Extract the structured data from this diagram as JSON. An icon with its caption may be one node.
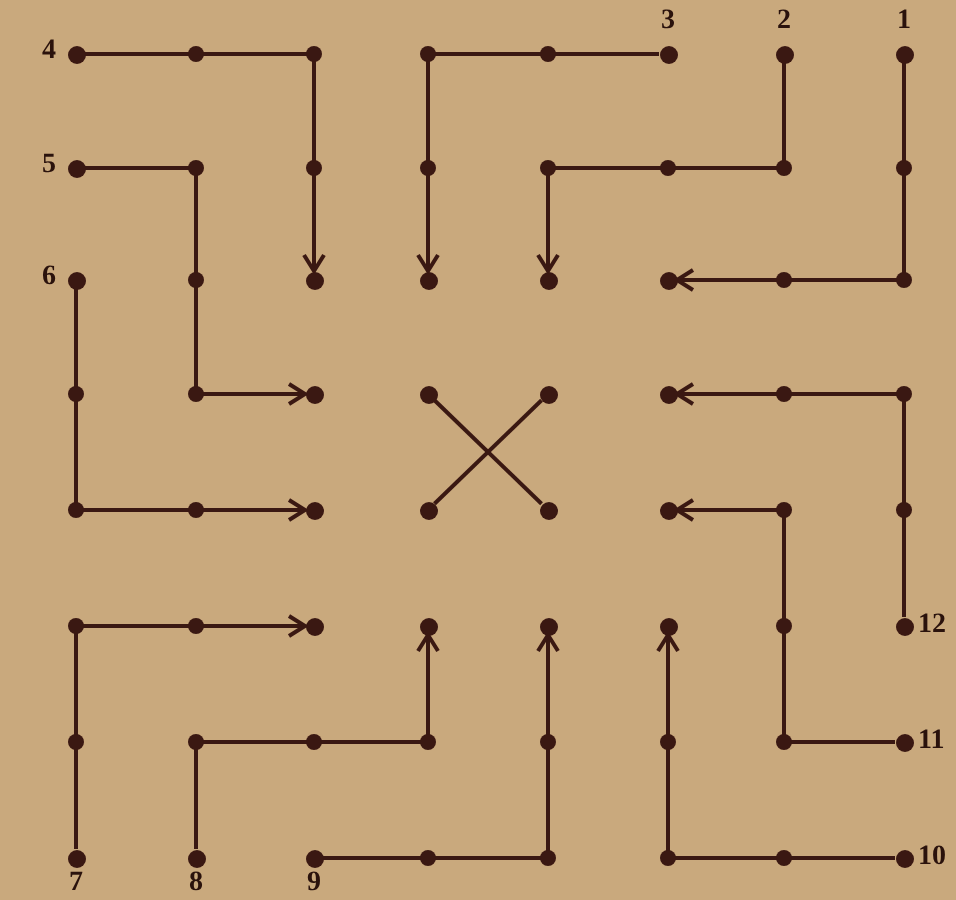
{
  "diagram": {
    "nodes": [
      {
        "text": [],
        "shape": "circle",
        "beside": [
          "1"
        ]
      },
      {
        "text": [],
        "shape": "circle",
        "beside": [
          "2"
        ]
      },
      {
        "text": [],
        "shape": "circle",
        "beside": [
          "3"
        ]
      },
      {
        "text": [],
        "shape": "circle",
        "beside": [
          "4"
        ]
      },
      {
        "text": [],
        "shape": "circle",
        "beside": [
          "5"
        ]
      },
      {
        "text": [],
        "shape": "circle",
        "beside": [
          "6"
        ]
      },
      {
        "text": [],
        "shape": "circle",
        "beside": [
          "7"
        ]
      },
      {
        "text": [],
        "shape": "circle",
        "beside": [
          "8"
        ]
      },
      {
        "text": [],
        "shape": "circle",
        "beside": [
          "9"
        ]
      },
      {
        "text": [],
        "shape": "circle",
        "beside": [
          "10"
        ]
      },
      {
        "text": [],
        "shape": "circle",
        "beside": [
          "11"
        ]
      },
      {
        "text": [],
        "shape": "circle",
        "beside": [
          "12"
        ]
      },
      {
        "text": [],
        "shape": "circle"
      },
      {
        "text": [],
        "shape": "circle"
      },
      {
        "text": [],
        "shape": "circle"
      },
      {
        "text": [],
        "shape": "circle"
      },
      {
        "text": [],
        "shape": "circle"
      },
      {
        "text": [],
        "shape": "circle"
      },
      {
        "text": [],
        "shape": "circle"
      },
      {
        "text": [],
        "shape": "circle"
      },
      {
        "text": [],
        "shape": "circle"
      },
      {
        "text": [],
        "shape": "circle"
      },
      {
        "text": [],
        "shape": "circle"
      },
      {
        "text": [],
        "shape": "circle"
      },
      {
        "text": [],
        "shape": "circle"
      },
      {
        "text": [],
        "shape": "circle"
      },
      {
        "text": [],
        "shape": "circle"
      },
      {
        "text": [],
        "shape": "circle"
      }
    ],
    "edges": [
      {
        "from": 0,
        "to": 15,
        "arrow": "to"
      },
      {
        "from": 1,
        "to": 14,
        "arrow": "to"
      },
      {
        "from": 2,
        "to": 13,
        "arrow": "to"
      },
      {
        "from": 3,
        "to": 12,
        "arrow": "to"
      },
      {
        "from": 4,
        "to": 16,
        "arrow": "to"
      },
      {
        "from": 5,
        "to": 20,
        "arrow": "to"
      },
      {
        "from": 6,
        "to": 24,
        "arrow": "to"
      },
      {
        "from": 7,
        "to": 25,
        "arrow": "to"
      },
      {
        "from": 8,
        "to": 26,
        "arrow": "to"
      },
      {
        "from": 9,
        "to": 27,
        "arrow": "to"
      },
      {
        "from": 10,
        "to": 23,
        "arrow": "to"
      },
      {
        "from": 11,
        "to": 19,
        "arrow": "to"
      },
      {
        "from": 17,
        "to": 22,
        "arrow": "none"
      },
      {
        "from": 18,
        "to": 21,
        "arrow": "none"
      }
    ]
  }
}
